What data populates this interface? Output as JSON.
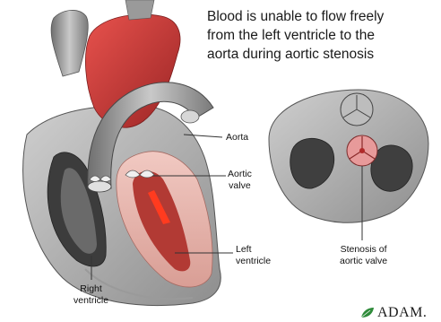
{
  "title": {
    "lines": [
      "Blood is unable to flow freely",
      "from the left ventricle to the",
      "aorta during aortic stenosis"
    ]
  },
  "labels": {
    "aorta": "Aorta",
    "aortic_valve": [
      "Aortic",
      "valve"
    ],
    "left_ventricle": [
      "Left",
      "ventricle"
    ],
    "right_ventricle": [
      "Right",
      "ventricle"
    ],
    "stenosis": [
      "Stenosis of",
      "aortic valve"
    ]
  },
  "logo": {
    "text": "ADAM.",
    "icon": "leaf-icon"
  },
  "colors": {
    "tissue_red": "#c83a3a",
    "blood_bright": "#ff3b1f",
    "muscle_pink": "#e8b8b0",
    "vessel_gray": "#8a8a8a",
    "leader_line": "#333333"
  }
}
